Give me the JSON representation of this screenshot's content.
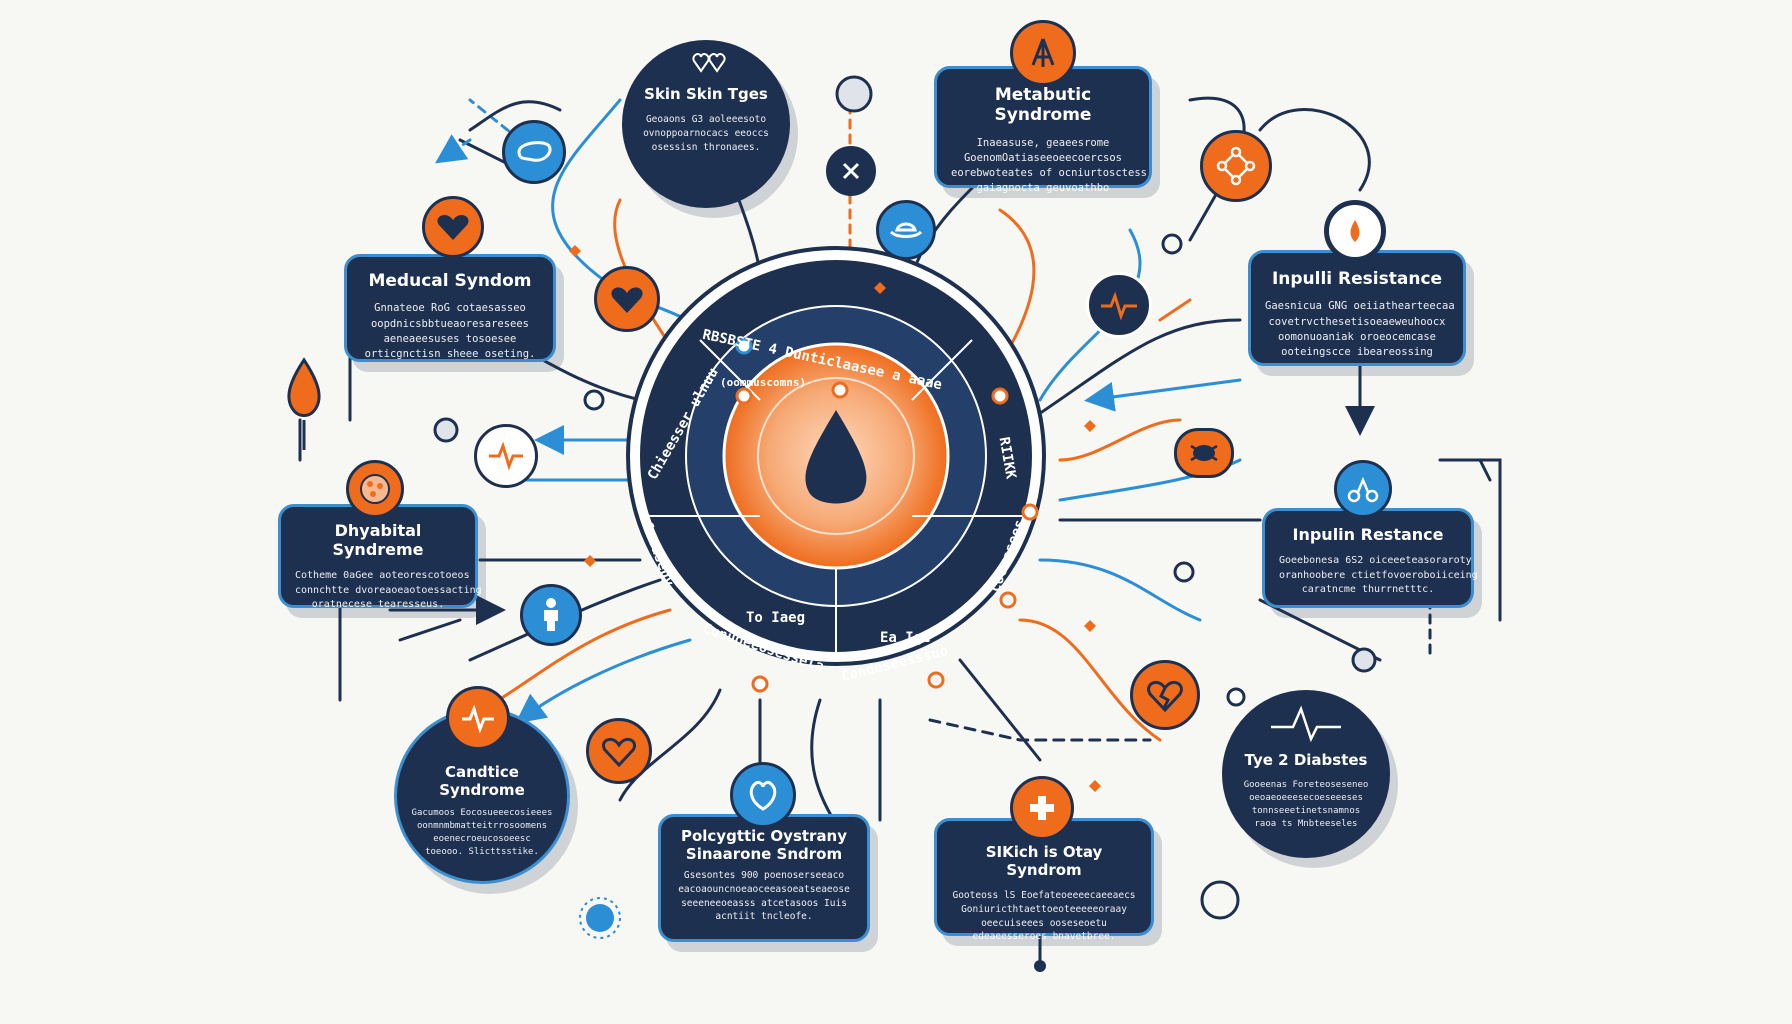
{
  "colors": {
    "navy": "#1e3050",
    "blue": "#2c8fd6",
    "orange": "#ef6c1d",
    "peach": "#f6b88f",
    "background": "#f7f7f4"
  },
  "hub": {
    "icon": "blood-drop-icon",
    "ring_text": {
      "top": "RBSBSTE 4 Dunticlaasee a aaae",
      "top_sub": "(oommuscomns)",
      "left": "Chieesser ulnuu",
      "left_lower": "Ceeaseuv",
      "right": "RIIKK",
      "right_lower": "Coesssees",
      "bottom_left_a": "To Iaeg",
      "bottom_left_b": "Cunuoeeosessela",
      "bottom_right_a": "Ea Ige",
      "bottom_right_b": "Condeseesssuo"
    }
  },
  "nodes": {
    "skin_skin_tges": {
      "title": "Skin Skin Tges",
      "lines": [
        "Geoaons G3 aoleeesoto",
        "ovnoppoarnocacs eeoccs",
        "osessisn thronaees."
      ],
      "icon": "double-heart-icon"
    },
    "metabutic_syndrome": {
      "title": "Metabutic Syndrome",
      "lines": [
        "Inaeasuse, geaeesrome",
        "GoenomOatiaseeoeecoercsos",
        "eorebwoteates of ocniurtosctess",
        "gaiagnocta geuvoathbo"
      ],
      "icon": "tree-icon"
    },
    "meducal_syndom": {
      "title": "Meducal Syndom",
      "lines": [
        "Gnnateoe RoG cotaesasseo",
        "oopdnicsbbtueaoresaresees",
        "aeneaeesuses tosoesee",
        "orticgnctisn sheee oseting."
      ],
      "icon": "heart-icon"
    },
    "inpulli_resistance": {
      "title": "Inpulli Resistance",
      "lines": [
        "Gaesnicua GNG oeiiathearteecaa",
        "covetrvcthesetisoeaeweuhoocx",
        "oomonuoaniak oroeocemcase",
        "ooteingscce ibeareossing"
      ],
      "icon": "flame-icon"
    },
    "dhyabital_syndreme": {
      "title": "Dhyabital Syndreme",
      "lines": [
        "Cotheme 0aGee aoteorescotoeos",
        "connchtte dvoreaoeaotoessacting",
        "oratnecese tearesseus."
      ],
      "icon": "cell-icon"
    },
    "inpulin_restance": {
      "title": "Inpulin Restance",
      "lines": [
        "Goeebonesa 6S2 oiceeeteasoraroty",
        "oranhoobere ctietfovoeroboiiceing",
        "caratncme thurrnetttc."
      ],
      "icon": "molecule-icon"
    },
    "candtice_syndrome": {
      "title": "Candtice Syndrome",
      "lines": [
        "Gacumoos Eocosueeecosieees",
        "oonmnmbmatteitrrosoomens",
        "eoenecroeucosoeesc",
        "toeooo. Slicttsstike."
      ],
      "icon": "heart-monitor-icon"
    },
    "polycyptic": {
      "title": "Polcygttic Oystrany Sinaarone Sndrom",
      "lines": [
        "Gsesontes 900 poenoserseeaco",
        "eacoaouncnoeaoceeasoeatseaeose",
        "seeeneeoeasss atcetasoos Iuis",
        "acntiit tncleofe."
      ],
      "icon": "pear-heart-icon"
    },
    "skich_syndrom": {
      "title": "SIKich is Otay Syndrom",
      "lines": [
        "Gooteoss lS Eoefateoeeeecaeeaecs",
        "Goniuricthtaettoeoteeeeeoraay",
        "oeecuiseees ooseseoetu",
        "edeaeesseroes bnavetbree."
      ],
      "icon": "cross-icon"
    },
    "tye_2_diabstes": {
      "title": "Tye 2 Diabstes",
      "lines": [
        "Gooeenas Foreteoseseneo",
        "oeoaeoeeesecoeseeeses",
        "tonnseeetinetsnamnos",
        "raoa ts Mnbteeseles"
      ],
      "icon": "pulse-icon"
    }
  },
  "satellites": [
    "liver-icon",
    "close-icon",
    "waterlily-icon",
    "heart-icon",
    "heartbeat-icon",
    "pulse-icon",
    "person-icon",
    "heart-outline-icon",
    "broken-heart-icon",
    "bacteria-icon",
    "water-drop-icon",
    "stomach-icon",
    "lung-icon"
  ]
}
